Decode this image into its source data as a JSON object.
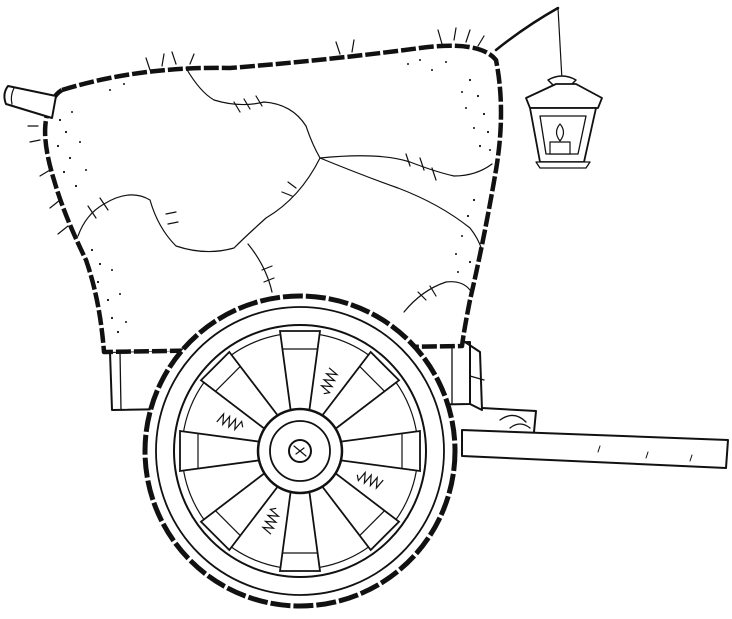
{
  "image": {
    "kind": "line-art",
    "subject": "covered-wagon-cart",
    "background": "#ffffff",
    "ink_color": "#111111",
    "elements": [
      "patched-canvas-cover",
      "hanging-lantern",
      "cart-bed",
      "spoked-wheel",
      "draw-shaft"
    ]
  }
}
